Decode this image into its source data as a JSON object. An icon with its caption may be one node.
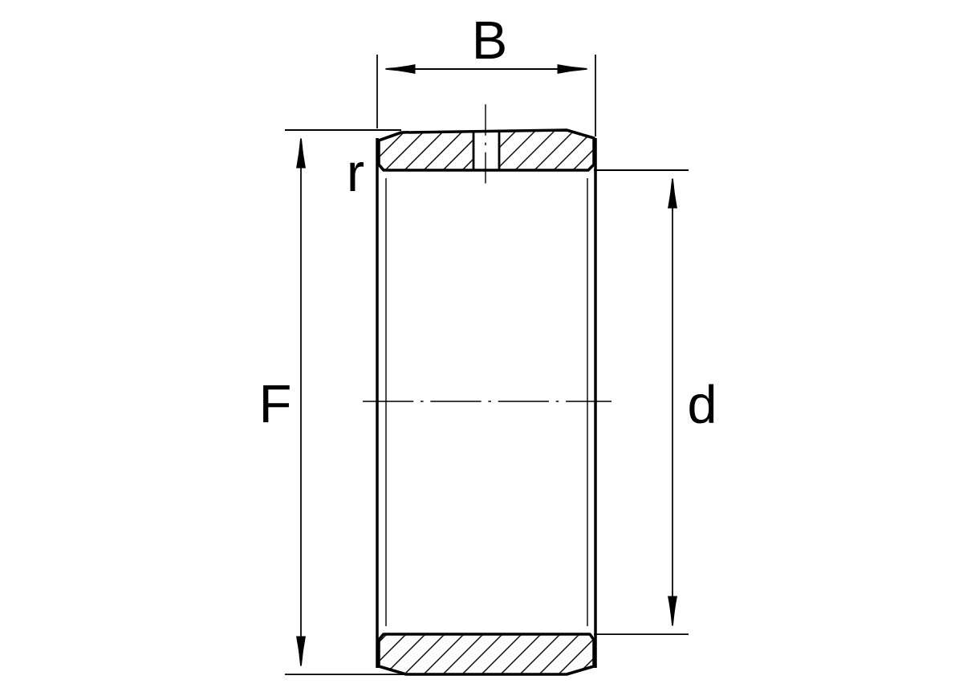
{
  "diagram": {
    "labels": [
      "B",
      "r",
      "F",
      "d"
    ]
  }
}
